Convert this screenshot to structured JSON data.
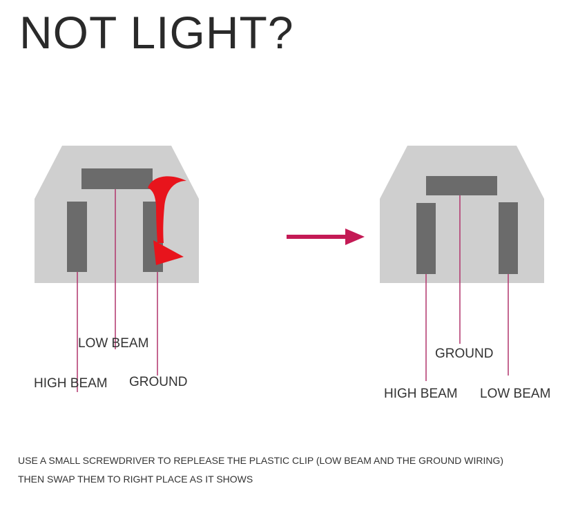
{
  "title": "NOT LIGHT?",
  "before": {
    "low_beam_label": "LOW BEAM",
    "high_beam_label": "HIGH BEAM",
    "ground_label": "GROUND"
  },
  "after": {
    "ground_label": "GROUND",
    "high_beam_label": "HIGH BEAM",
    "low_beam_label": "LOW BEAM"
  },
  "instructions": {
    "line1": "USE A SMALL SCREWDRIVER TO REPLEASE THE PLASTIC CLIP (LOW BEAM AND THE GROUND WIRING)",
    "line2": "THEN SWAP THEM TO RIGHT PLACE AS IT SHOWS"
  },
  "colors": {
    "connector_body": "#cfcfcf",
    "terminal": "#6b6b6b",
    "wire": "#b0336b",
    "swap_arrow": "#e8141c",
    "direction_arrow": "#c41a55"
  },
  "icons": {
    "swap": "curved-swap-arrow-icon",
    "direction": "right-arrow-icon"
  }
}
